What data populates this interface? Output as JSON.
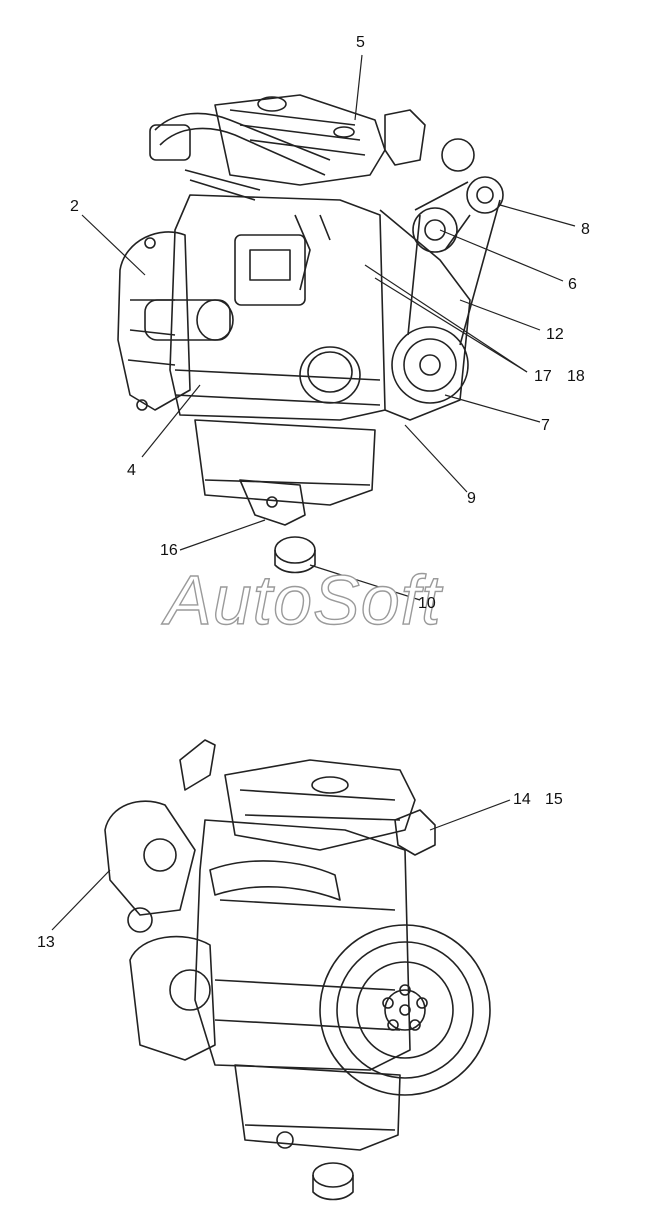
{
  "watermark": "AutoSoft",
  "callouts_top": {
    "c2": "2",
    "c4": "4",
    "c5": "5",
    "c6": "6",
    "c7": "7",
    "c8": "8",
    "c9": "9",
    "c10": "10",
    "c12": "12",
    "c16": "16",
    "c17": "17",
    "c18": "18"
  },
  "callouts_bottom": {
    "c13": "13",
    "c14": "14",
    "c15": "15"
  },
  "colors": {
    "ink": "#111111",
    "line": "#222222",
    "watermark_stroke": "#9a9a9a"
  }
}
